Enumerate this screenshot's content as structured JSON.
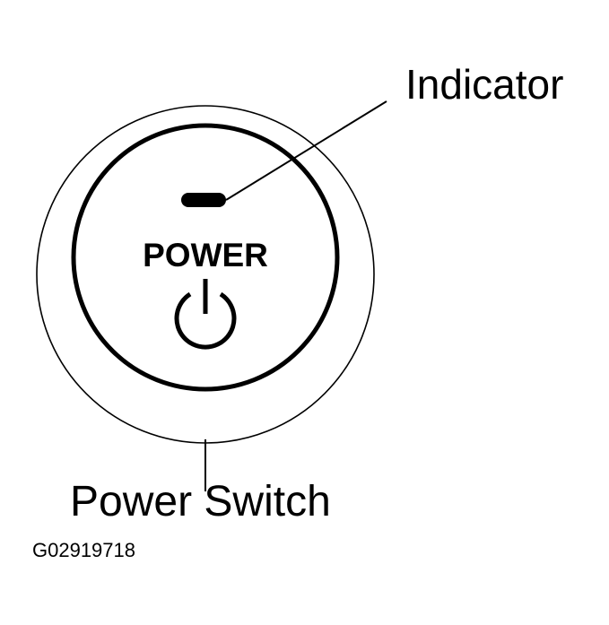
{
  "labels": {
    "indicator": "Indicator",
    "power_switch": "Power Switch",
    "button_text": "POWER",
    "figure_code": "G02919718"
  },
  "icons": {
    "power_symbol": "power-icon",
    "indicator_light": "indicator-light-icon"
  },
  "colors": {
    "ink": "#000000",
    "background": "#ffffff"
  }
}
